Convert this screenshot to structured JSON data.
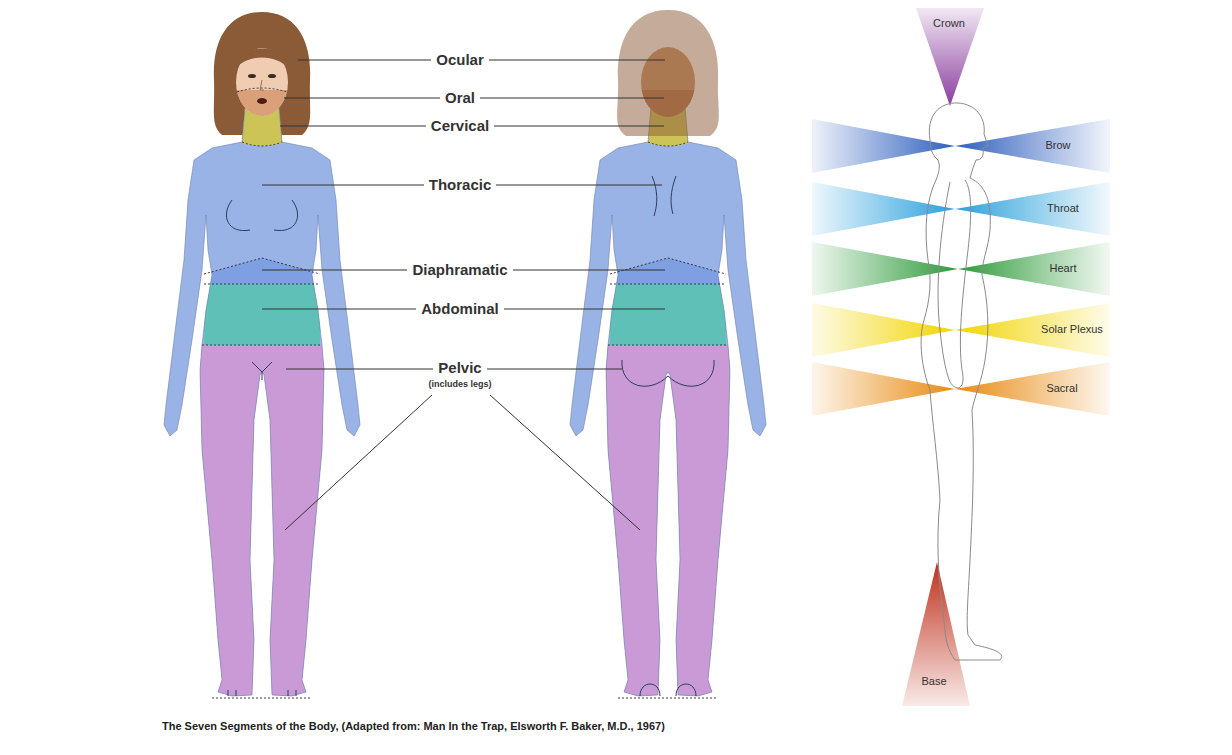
{
  "diagram": {
    "caption": "The Seven Segments of the Body, (Adapted from: Man In the Trap, Elsworth F. Baker, M.D., 1967)",
    "labels": [
      "Ocular",
      "Oral",
      "Cervical",
      "Thoracic",
      "Diaphramatic",
      "Abdominal",
      "Pelvic",
      "(includes legs)",
      "Crown",
      "Brow",
      "Throat",
      "Heart",
      "Solar Plexus",
      "Sacral",
      "Base"
    ]
  }
}
